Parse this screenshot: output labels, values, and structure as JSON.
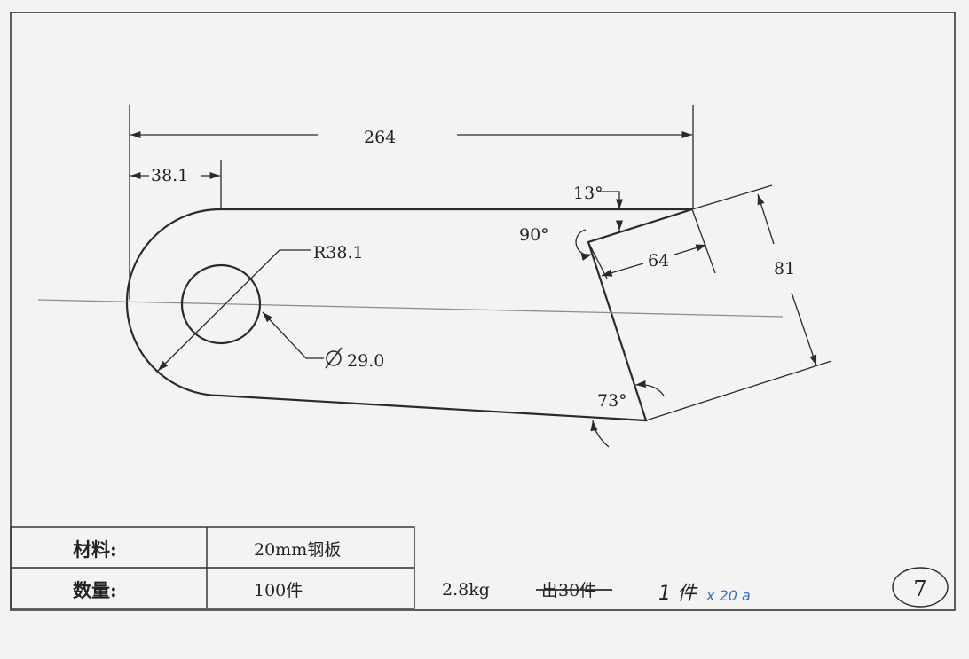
{
  "dimensions": {
    "overall_length": "264",
    "center_offset": "38.1",
    "radius": "R38.1",
    "hole_diameter": "29.0",
    "angle_offset": "13°",
    "right_angle": "90°",
    "edge_length": "64",
    "end_width": "81",
    "corner_angle": "73°"
  },
  "title_block": {
    "material_label": "材料:",
    "material_value": "20mm钢板",
    "quantity_label": "数量:",
    "quantity_value": "100件",
    "weight": "2.8kg",
    "struck_text": "出30件",
    "handwritten_qty": "1 件",
    "handwritten_mult": "x 20 a"
  },
  "sheet_number": "7",
  "colors": {
    "line": "#2a2a2a",
    "centerline": "#8a8f96",
    "ink_blue": "#3a6fc4",
    "paper": "#f3f4f1"
  }
}
